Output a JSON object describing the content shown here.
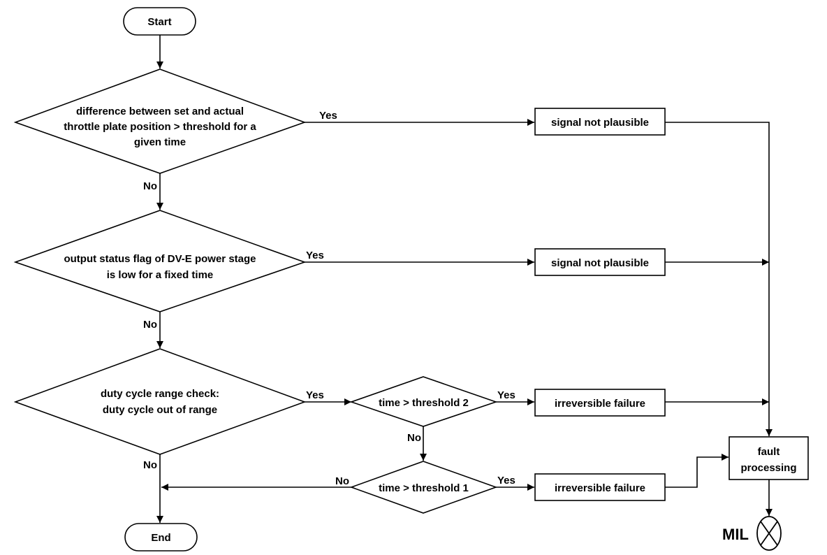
{
  "terminals": {
    "start": "Start",
    "end": "End"
  },
  "decisions": {
    "d1": [
      "difference between set and actual",
      "throttle plate position > threshold  for a",
      "given time"
    ],
    "d2": [
      "output status flag of DV-E power stage",
      "is low for a fixed time"
    ],
    "d3": [
      "duty cycle range check:",
      "duty cycle out of range"
    ],
    "d4": [
      "time > threshold 2"
    ],
    "d5": [
      "time > threshold 1"
    ]
  },
  "processes": {
    "p1": "signal not plausible",
    "p2": "signal not plausible",
    "p3": "irreversible failure",
    "p4": "irreversible failure",
    "fault": [
      "fault",
      "processing"
    ]
  },
  "branch_labels": {
    "yes": "Yes",
    "no": "No"
  },
  "indicator": {
    "label": "MIL"
  }
}
